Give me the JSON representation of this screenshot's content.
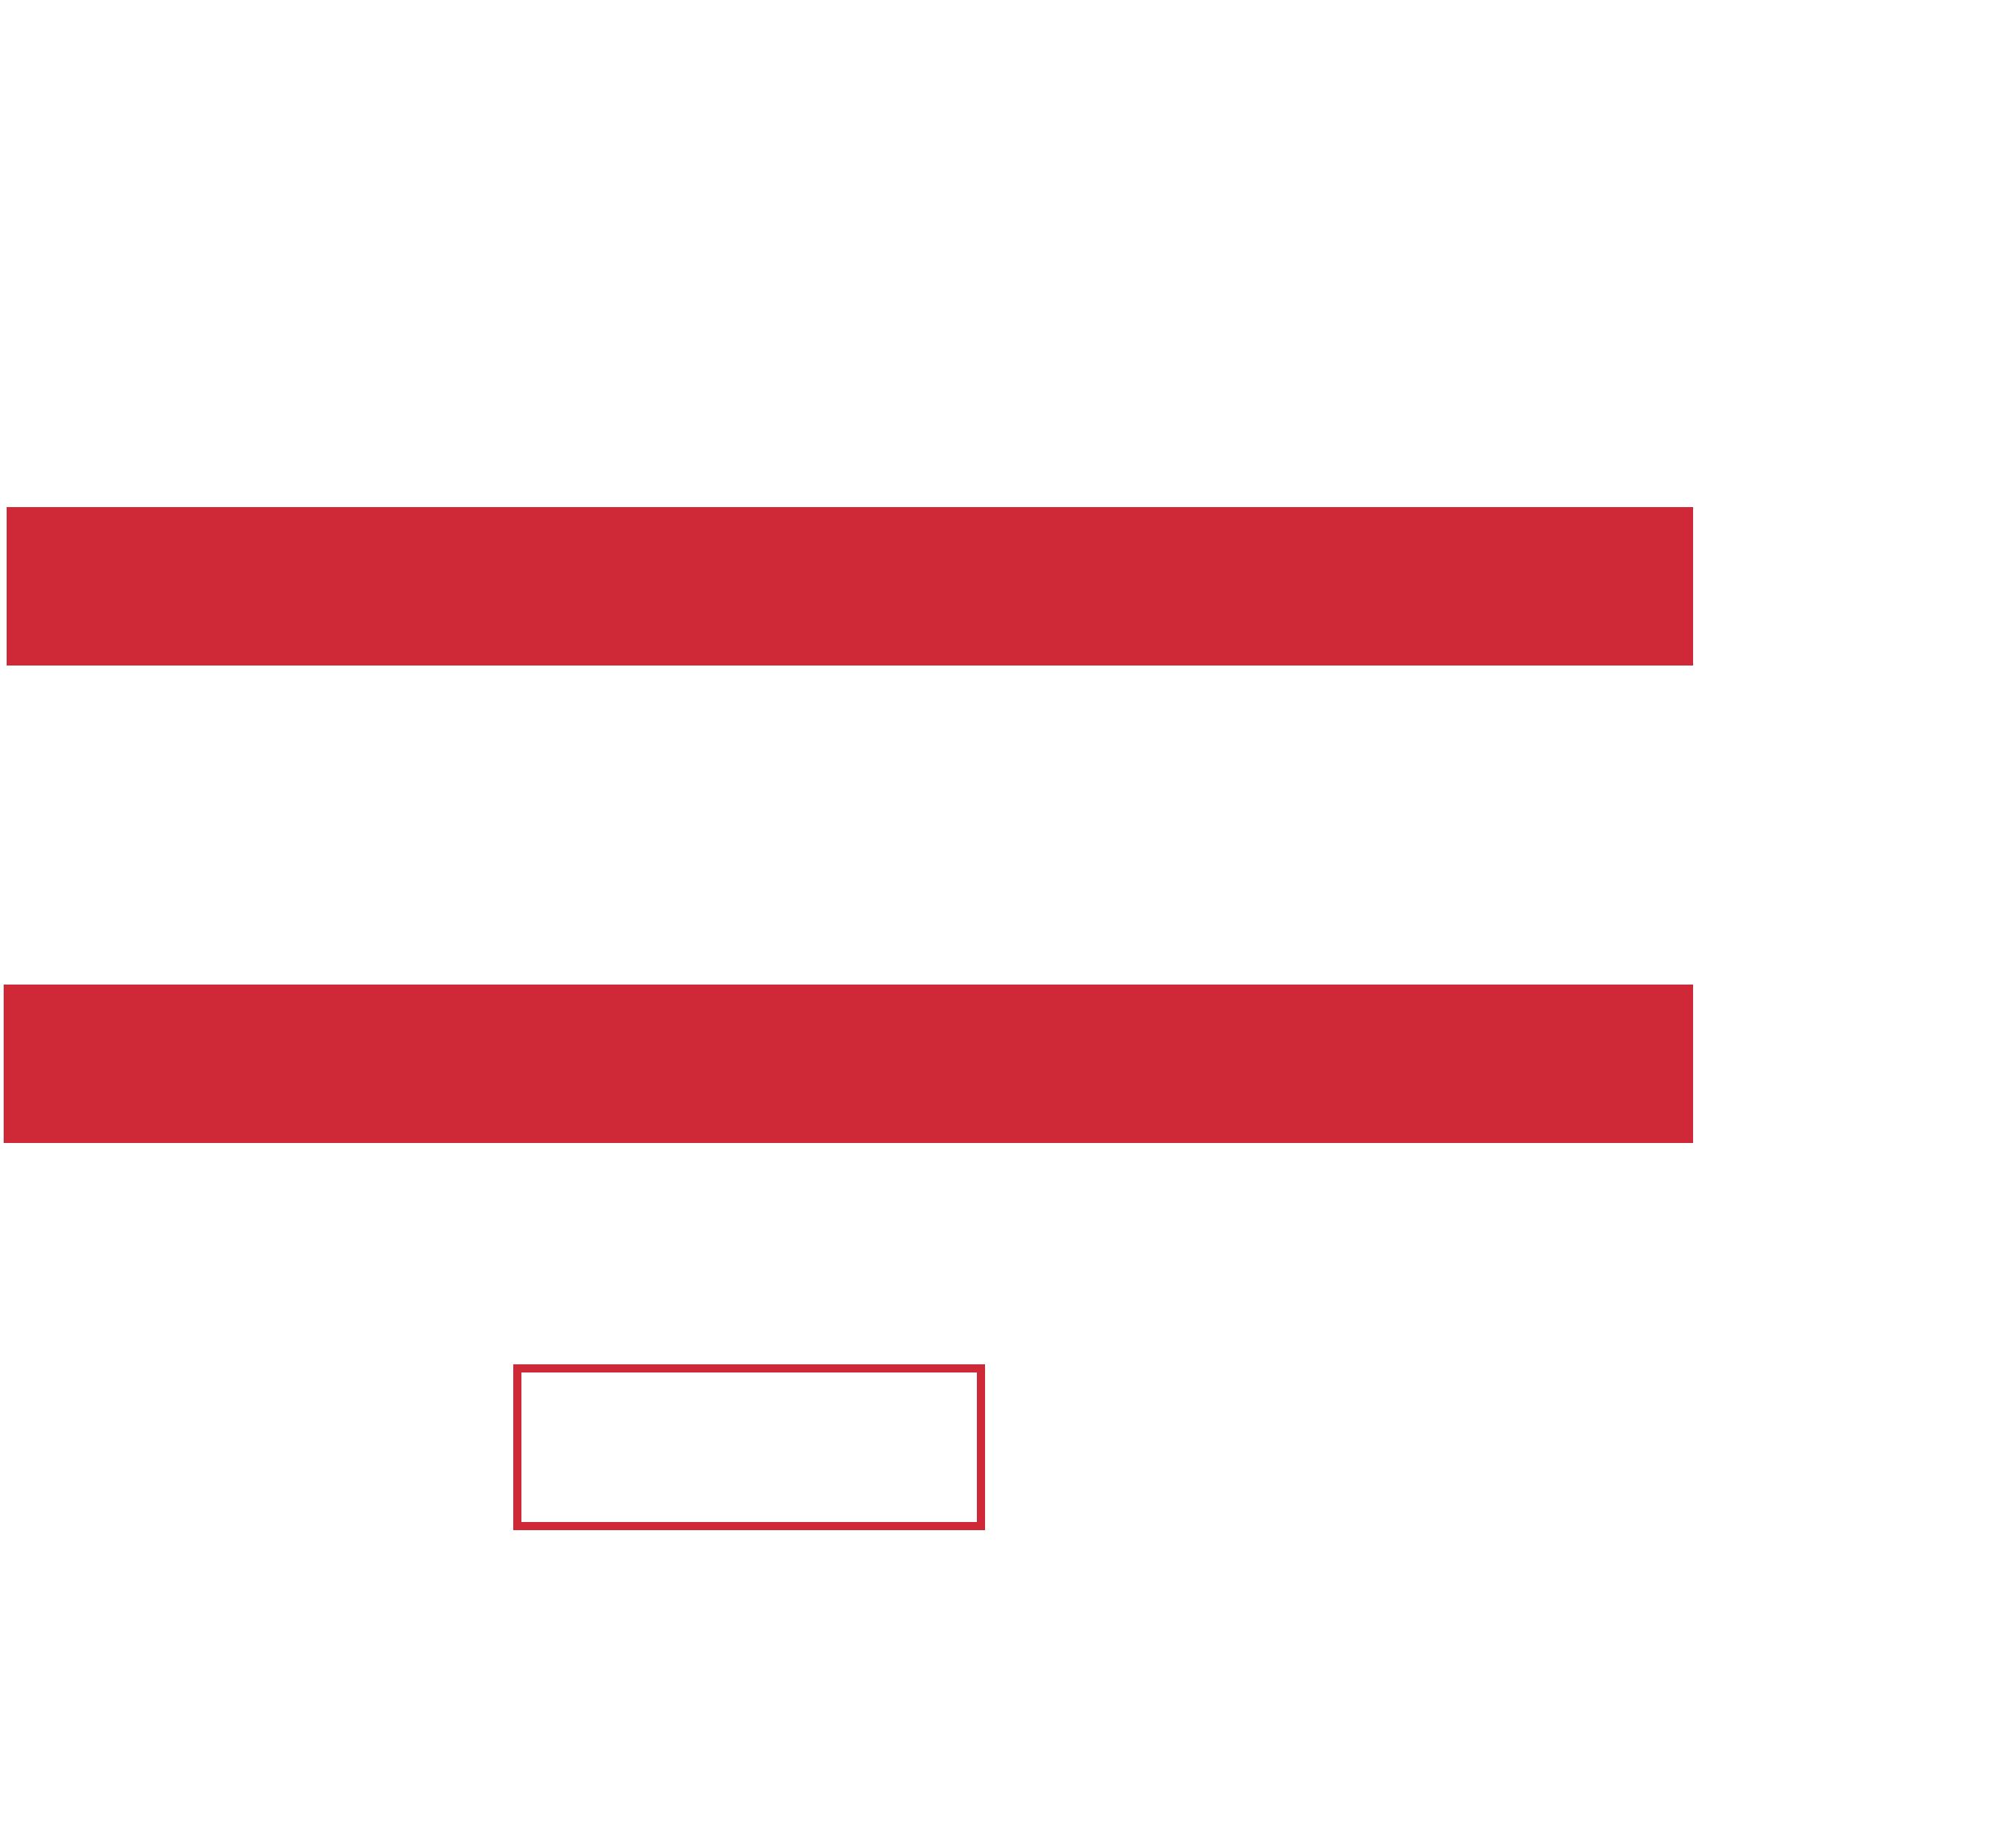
{
  "colors": {
    "accent": "#cf2837",
    "background": "#ffffff"
  },
  "elements": {
    "upper_bar": {
      "kind": "filled-rectangle"
    },
    "lower_bar": {
      "kind": "filled-rectangle"
    },
    "outline_box": {
      "kind": "outlined-rectangle",
      "text": ""
    }
  }
}
